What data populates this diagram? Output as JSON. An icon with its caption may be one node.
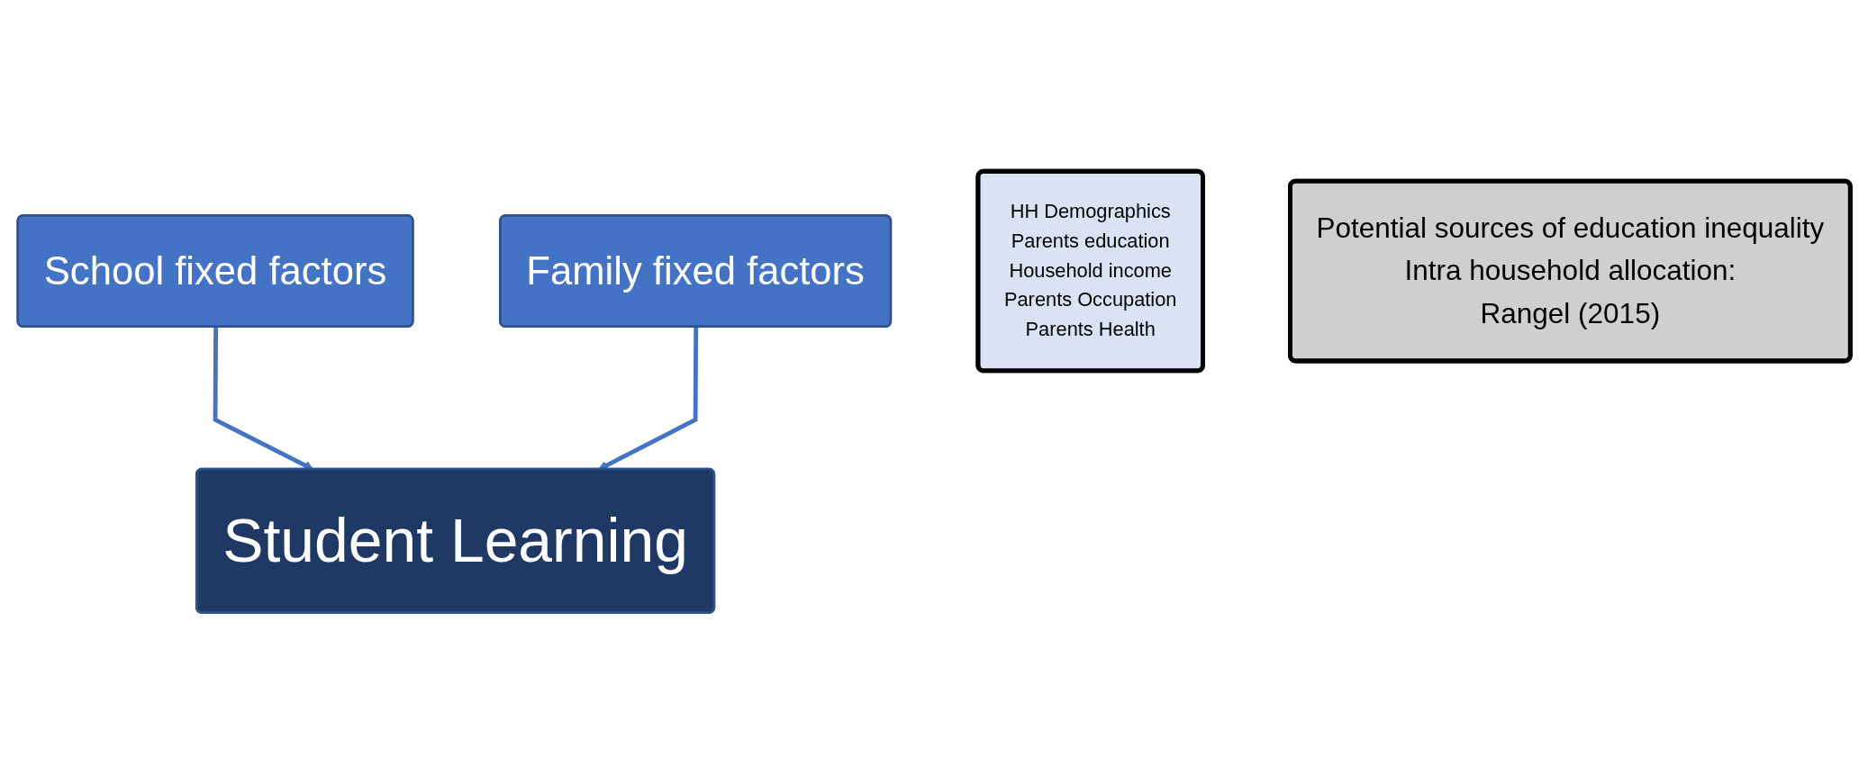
{
  "diagram": {
    "nodes": [
      {
        "text": [
          "School fixed factors"
        ]
      },
      {
        "text": [
          "Family fixed factors"
        ]
      },
      {
        "text": [
          "HH Demographics",
          "Parents education",
          "Household income",
          "Parents Occupation",
          "Parents Health"
        ]
      },
      {
        "text": [
          "Student Learning"
        ]
      },
      {
        "text": [
          "Potential sources of education inequality",
          "Intra household allocation:",
          "Rangel (2015)"
        ]
      }
    ],
    "edges": [
      {
        "from": 0,
        "to": 3,
        "arrow": "to"
      },
      {
        "from": 1,
        "to": 3,
        "arrow": "to"
      }
    ]
  }
}
